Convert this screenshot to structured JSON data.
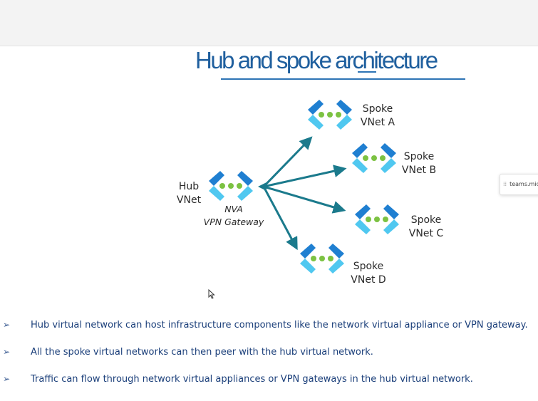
{
  "slide": {
    "title": "Hub and spoke architecture"
  },
  "hub": {
    "line1": "Hub",
    "line2": "VNet",
    "nva_line1": "NVA",
    "nva_line2": "VPN Gateway"
  },
  "spokes": [
    {
      "line1": "Spoke",
      "line2": "VNet A"
    },
    {
      "line1": "Spoke",
      "line2": "VNet B"
    },
    {
      "line1": "Spoke",
      "line2": "VNet C"
    },
    {
      "line1": "Spoke",
      "line2": "VNet D"
    }
  ],
  "bullets": {
    "marker": "➢",
    "items": [
      "Hub virtual network can host infrastructure components like the network virtual appliance or VPN gateway.",
      "All the spoke virtual networks can then peer with the hub virtual network.",
      "Traffic can flow through network virtual appliances or VPN gateways in the hub virtual network."
    ]
  },
  "notification": {
    "text": "teams.micro"
  },
  "colors": {
    "title": "#1f5f9e",
    "arrow": "#1b7a8c",
    "vnet_bracket_dark": "#1f7fd1",
    "vnet_bracket_light": "#50c8f0",
    "vnet_dot": "#7cc242",
    "bullet_text": "#1b3f7a"
  },
  "icons": {
    "vnet": "virtual-network-icon",
    "bullet": "arrow-bullet-icon",
    "cursor": "mouse-pointer-icon"
  }
}
